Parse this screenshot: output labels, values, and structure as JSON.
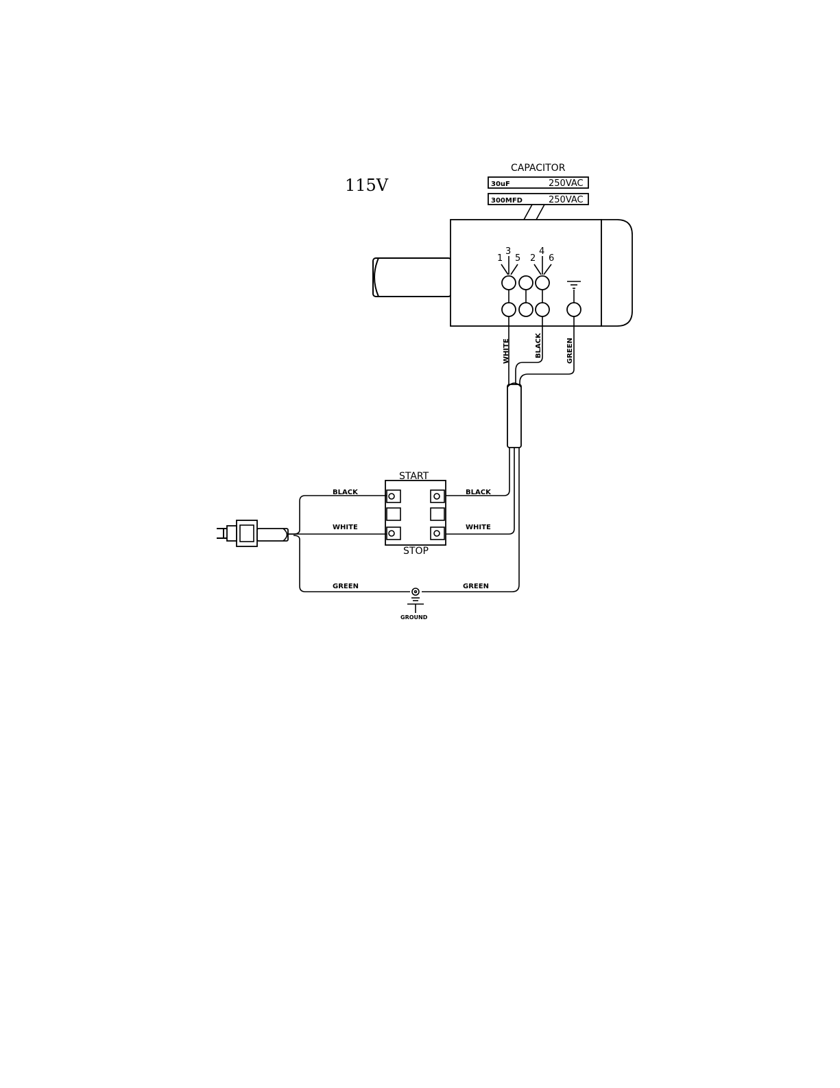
{
  "diagram": {
    "voltage": "115V",
    "capacitor": {
      "title": "CAPACITOR",
      "rating1": {
        "capacitance": "30uF",
        "voltage": "250VAC"
      },
      "rating2": {
        "capacitance": "300MFD",
        "voltage": "250VAC"
      }
    },
    "terminals": {
      "t1": "1",
      "t2": "2",
      "t3": "3",
      "t4": "4",
      "t5": "5",
      "t6": "6"
    },
    "motor_leads": {
      "white": "WHITE",
      "black": "BLACK",
      "green": "GREEN"
    },
    "switch": {
      "start": "START",
      "stop": "STOP"
    },
    "wires": {
      "black_left": "BLACK",
      "black_right": "BLACK",
      "white_left": "WHITE",
      "white_right": "WHITE",
      "green_left": "GREEN",
      "green_right": "GREEN"
    },
    "ground": "GROUND"
  }
}
